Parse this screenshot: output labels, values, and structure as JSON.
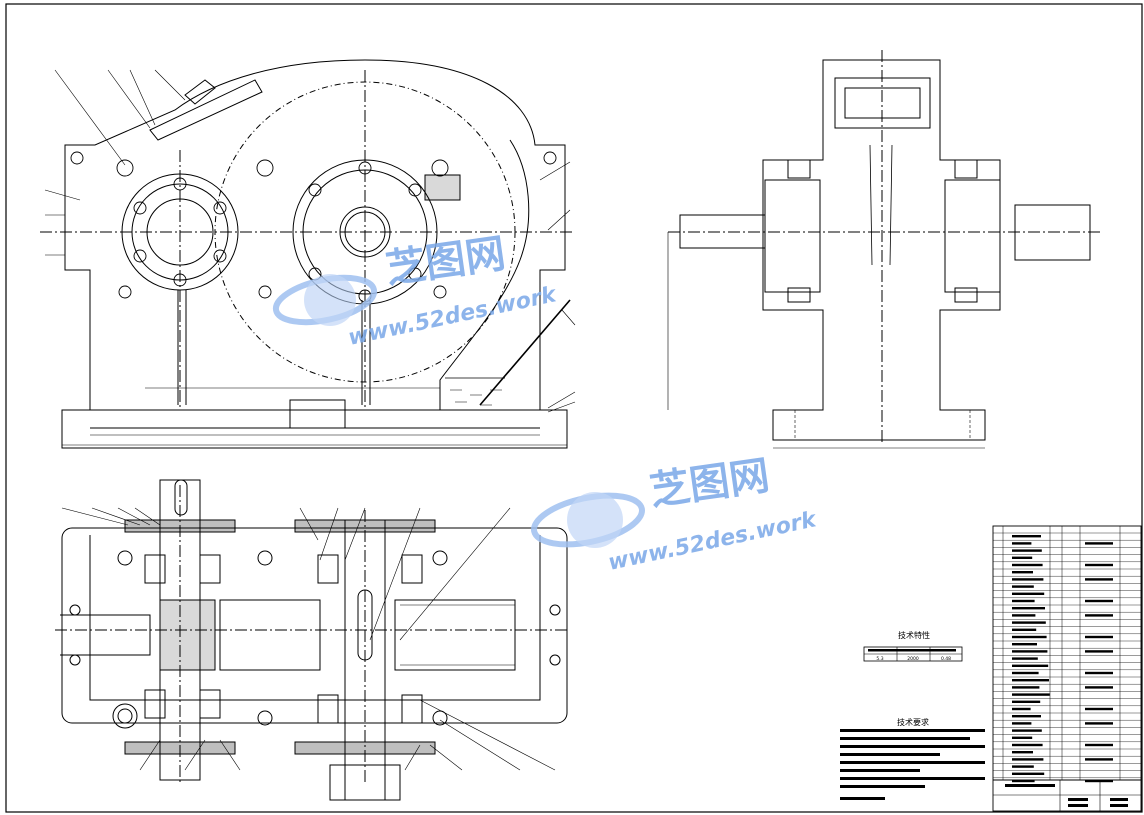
{
  "drawing": {
    "watermark": {
      "brand_cn": "芝图网",
      "url": "www.52des.work",
      "color": "#7aa8e8"
    },
    "notes": {
      "tech_features_title": "技术特性",
      "tech_features_values": [
        "5.3",
        "2000",
        "0.48"
      ],
      "tech_requirements_title": "技术要求"
    }
  }
}
